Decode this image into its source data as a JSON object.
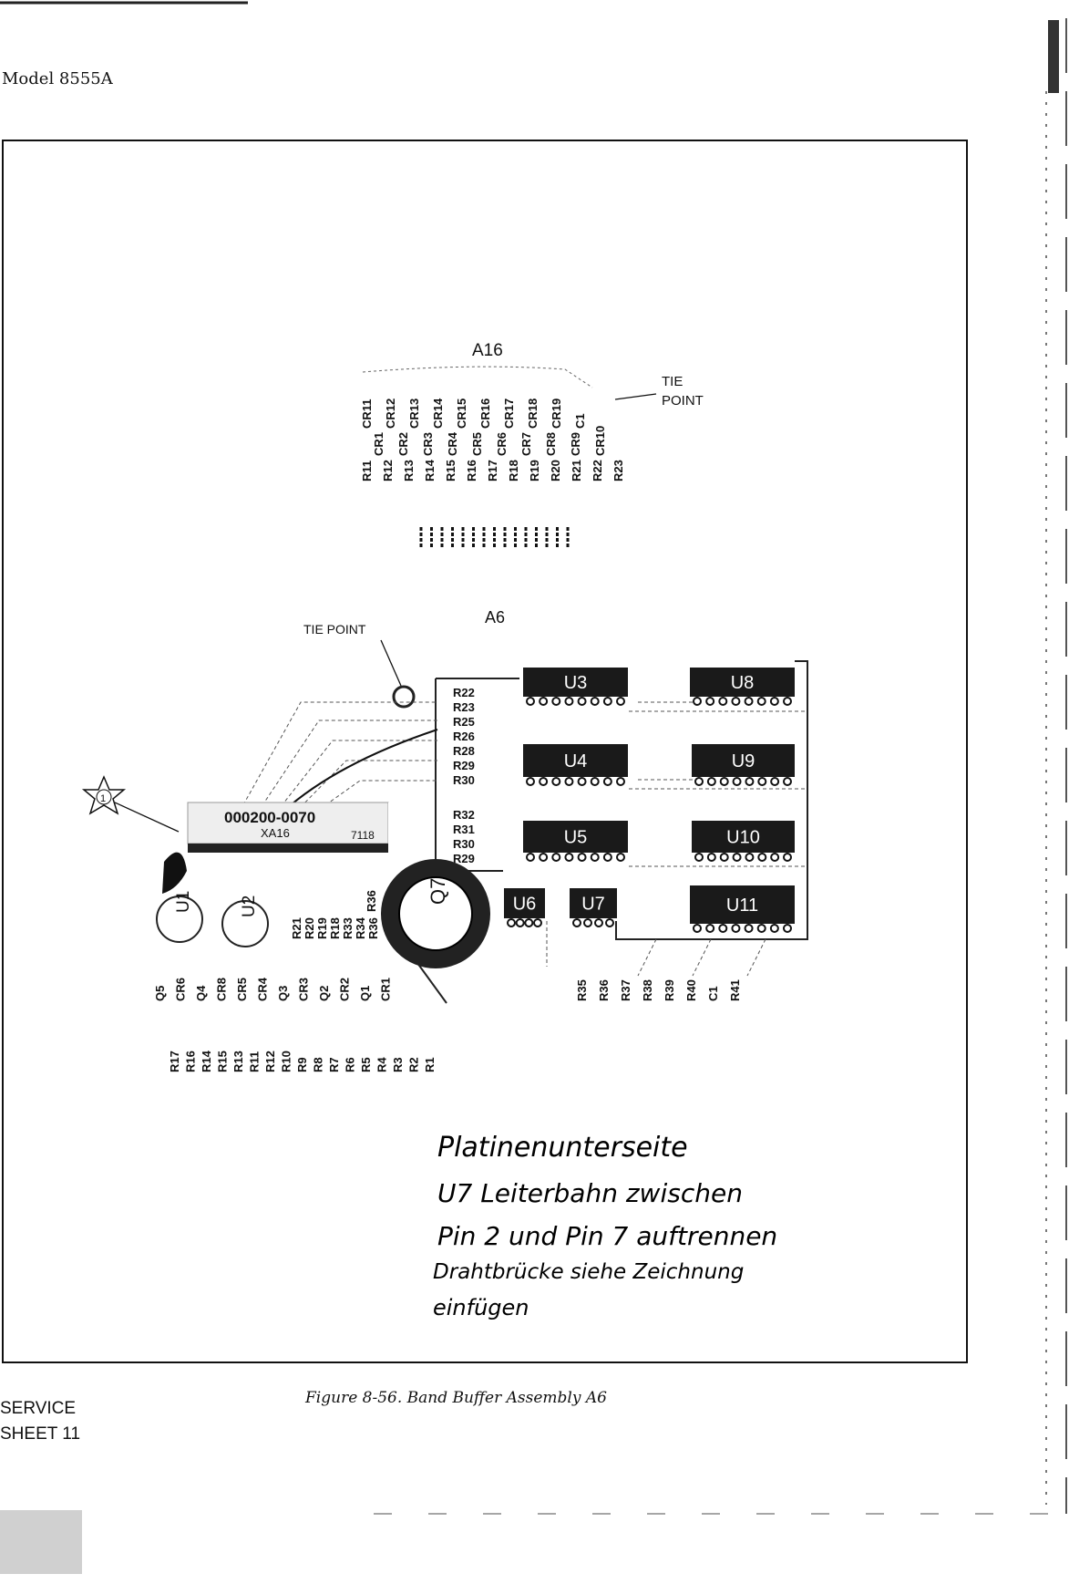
{
  "header": {
    "model": "Model 8555A"
  },
  "figure": {
    "a16": {
      "title": "A16",
      "tie_point": [
        "TIE",
        "POINT"
      ],
      "top_labels": [
        "CR11",
        "CR12",
        "CR13",
        "CR14",
        "CR15",
        "CR16",
        "CR17",
        "CR18",
        "CR19",
        "C1"
      ],
      "mid_labels": [
        "CR1",
        "CR2",
        "CR3",
        "CR4",
        "CR5",
        "CR6",
        "CR7",
        "CR8",
        "CR9",
        "CR10"
      ],
      "bottom_labels": [
        "R11",
        "R12",
        "R13",
        "R14",
        "R15",
        "R16",
        "R17",
        "R18",
        "R19",
        "R20",
        "R21",
        "R22",
        "R23"
      ]
    },
    "a6": {
      "title": "A6",
      "tie_point": "TIE POINT",
      "callout_number": "1",
      "connector": {
        "part": "000200-0070",
        "ref": "XA16",
        "code": "7118"
      },
      "chips": [
        "U3",
        "U8",
        "U4",
        "U9",
        "U5",
        "U10",
        "U6",
        "U7",
        "U11"
      ],
      "transistors": [
        "U1",
        "U2",
        "Q7"
      ],
      "left_r_labels": [
        "R22",
        "R23",
        "R25",
        "R26",
        "R28",
        "R29",
        "R30",
        "R32",
        "R31",
        "R30",
        "R29"
      ],
      "q_row_labels": [
        "Q5",
        "CR6",
        "Q4",
        "CR8",
        "CR5",
        "CR4",
        "Q3",
        "CR3",
        "Q2",
        "CR2",
        "Q1",
        "CR1"
      ],
      "r_row_labels": [
        "R17",
        "R16",
        "R14",
        "R15",
        "R13",
        "R11",
        "R12",
        "R10",
        "R9",
        "R8",
        "R7",
        "R6",
        "R5",
        "R4",
        "R3",
        "R2",
        "R1"
      ],
      "right_row_labels": [
        "R35",
        "R36",
        "R37",
        "R38",
        "R39",
        "R40",
        "C1",
        "R41"
      ],
      "small_labels": [
        "R21",
        "R20",
        "R19",
        "R18",
        "R33",
        "R34",
        "R36"
      ],
      "q7_side": "R36"
    },
    "handwritten_note": [
      "Platinenunterseite",
      "U7 Leiterbahn zwischen",
      "Pin 2 und Pin 7 auftrennen",
      "Drahtbrücke siehe Zeichnung",
      "einfügen"
    ],
    "caption": "Figure 8-56.  Band Buffer Assembly A6"
  },
  "footer": {
    "line1": "SERVICE",
    "line2": "SHEET 11"
  }
}
